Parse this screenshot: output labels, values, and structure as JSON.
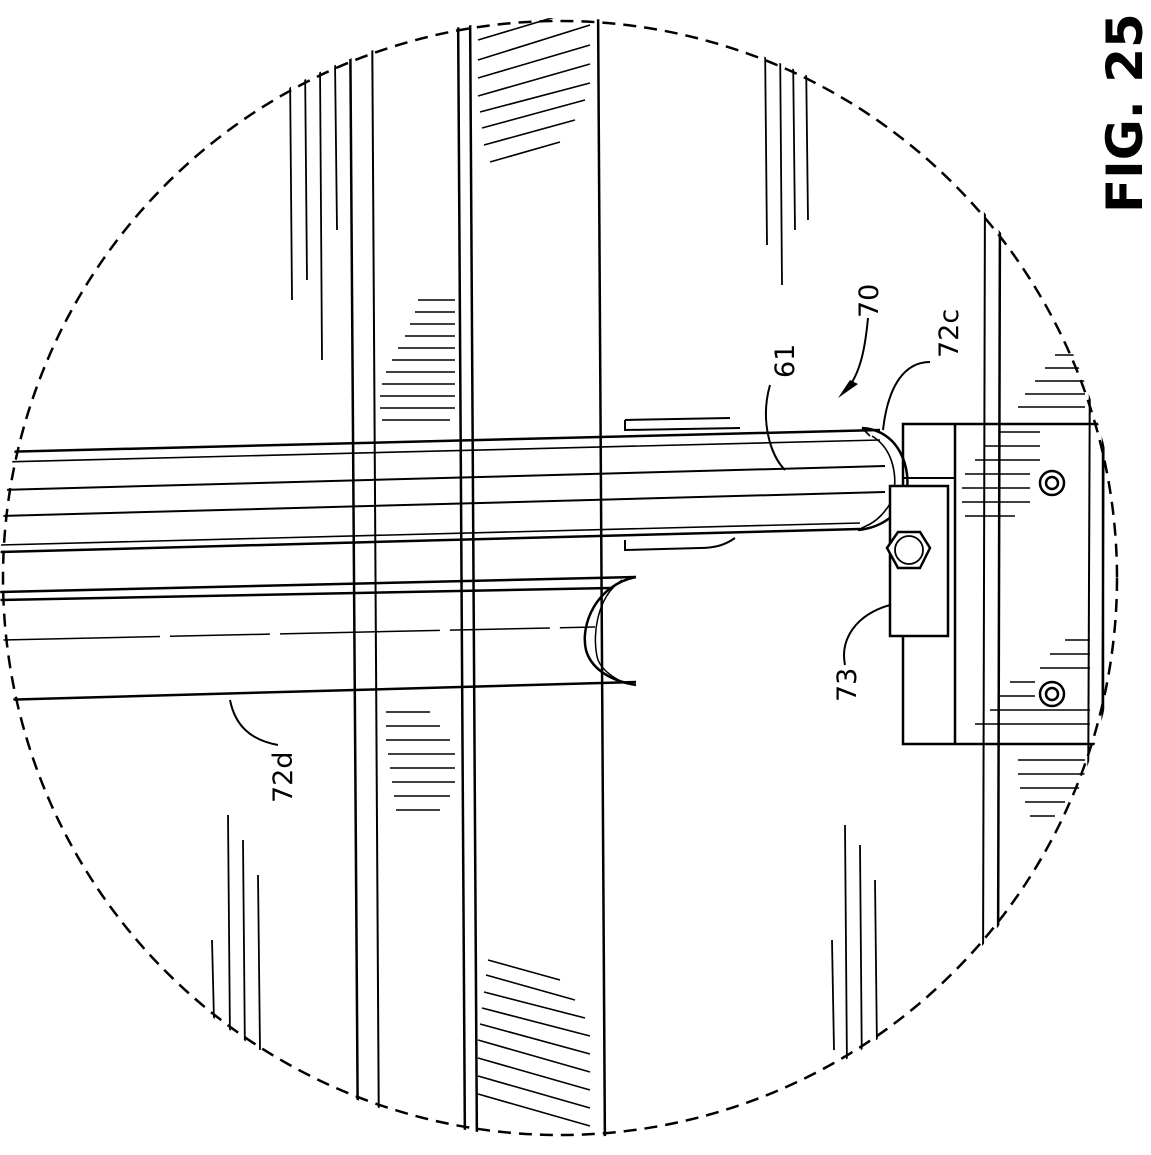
{
  "figure": {
    "title": "FIG. 25"
  },
  "labels": {
    "assembly": "70",
    "rail": "61",
    "upper_clip": "72c",
    "lower_clip": "72d",
    "bracket": "73"
  },
  "colors": {
    "ink": "#000000",
    "paper": "#ffffff"
  }
}
